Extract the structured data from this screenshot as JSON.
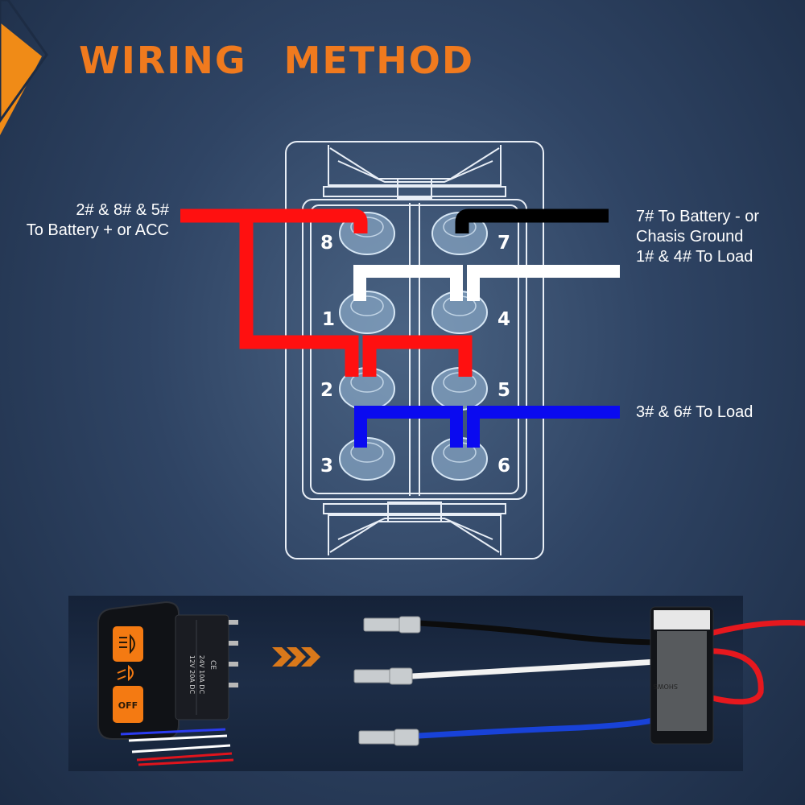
{
  "title": "WIRING METHOD",
  "labels": {
    "left_line1": "2# & 8# & 5#",
    "left_line2": "To Battery + or ACC",
    "right_ground_line1": "7# To Battery -  or",
    "right_ground_line2": "Chasis Ground",
    "right_load_14": "1# & 4# To Load",
    "right_load_36": "3# & 6# To Load"
  },
  "pins": {
    "p8": "8",
    "p7": "7",
    "p1": "1",
    "p4": "4",
    "p2": "2",
    "p5": "5",
    "p3": "3",
    "p6": "6"
  },
  "switch_face": {
    "off_label": "OFF",
    "rating_line1": "12V 20A DC",
    "rating_line2": "24V 10A DC",
    "ce_mark": "CE"
  },
  "cable_sleeve_text": "SHOWS",
  "colors": {
    "title": "#f07a1e",
    "red_wire": "#ff1010",
    "black_wire": "#000000",
    "white_wire": "#ffffff",
    "blue_wire": "#0a0af0",
    "switch_accent": "#f47a12"
  },
  "icons": [
    "high-beam-icon",
    "low-beam-icon",
    "chevron-arrow-icon",
    "corner-triangle-icon"
  ]
}
